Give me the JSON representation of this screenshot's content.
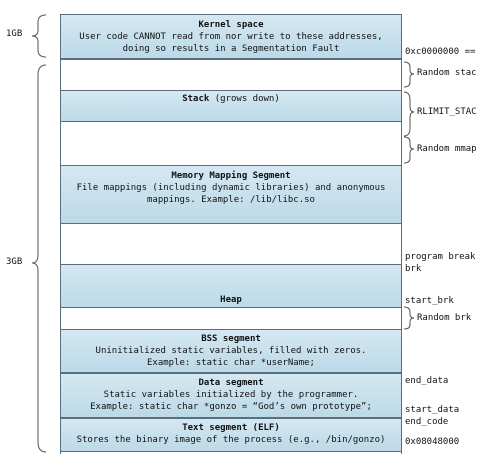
{
  "left_labels": {
    "kernel_size": "1GB",
    "user_size": "3GB"
  },
  "segments": {
    "kernel": {
      "title": "Kernel space",
      "line1": "User code CANNOT read from nor write to these addresses,",
      "line2": "doing so results in a Segmentation Fault"
    },
    "stack": {
      "title": "Stack",
      "suffix": " (grows down)"
    },
    "mmap": {
      "title": "Memory Mapping Segment",
      "line1": "File mappings (including dynamic libraries) and anonymous",
      "line2": "mappings. Example: /lib/libc.so"
    },
    "heap": {
      "title": "Heap"
    },
    "bss": {
      "title": "BSS segment",
      "line1": "Uninitialized static variables, filled with zeros.",
      "line2": "Example: static char *userName;"
    },
    "data": {
      "title": "Data segment",
      "line1": "Static variables initialized by the programmer.",
      "line2": "Example: static char *gonzo = “God’s own prototype”;"
    },
    "text": {
      "title": "Text segment (ELF)",
      "line1": "Stores the binary image of the process (e.g., /bin/gonzo)"
    }
  },
  "right_labels": {
    "kernel_addr": "0xc0000000 ==",
    "random_stack": "Random stac",
    "rlimit": "RLIMIT_STAC",
    "random_mmap": "Random mmap",
    "program_break": "program break",
    "brk": "brk",
    "start_brk": "start_brk",
    "random_brk": "Random brk",
    "end_data": "end_data",
    "start_data": "start_data",
    "end_code": "end_code",
    "text_addr": "0x08048000"
  },
  "colors": {
    "segment_fill": "#c6e0ec",
    "arrow": "#f2b21d",
    "border": "#5a6e7e"
  }
}
